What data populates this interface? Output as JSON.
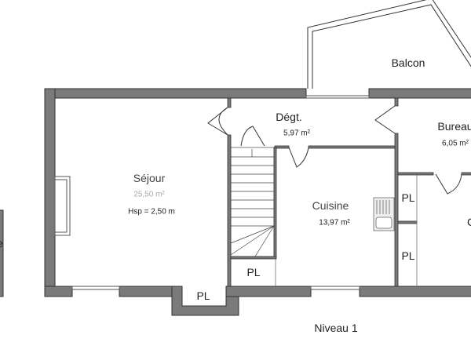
{
  "colors": {
    "wall": "#7a7a7a",
    "wall_outline": "#333333",
    "text": "#222222",
    "muted_text": "#aaaaaa"
  },
  "rooms": {
    "sejour": {
      "name": "Séjour",
      "area": "25,50 m²",
      "height": "Hsp = 2,50 m"
    },
    "degt": {
      "name": "Dégt.",
      "area": "5,97 m²"
    },
    "balcon": {
      "name": "Balcon"
    },
    "bureau": {
      "name": "Bureau",
      "area": "6,05 m²"
    },
    "cuisine": {
      "name": "Cuisine",
      "area": "13,97 m²"
    },
    "partial_right": {
      "name": "C"
    },
    "partial_left": {
      "name": "e"
    }
  },
  "closets": [
    "PL",
    "PL",
    "PL",
    "PL"
  ],
  "level": "Niveau 1"
}
